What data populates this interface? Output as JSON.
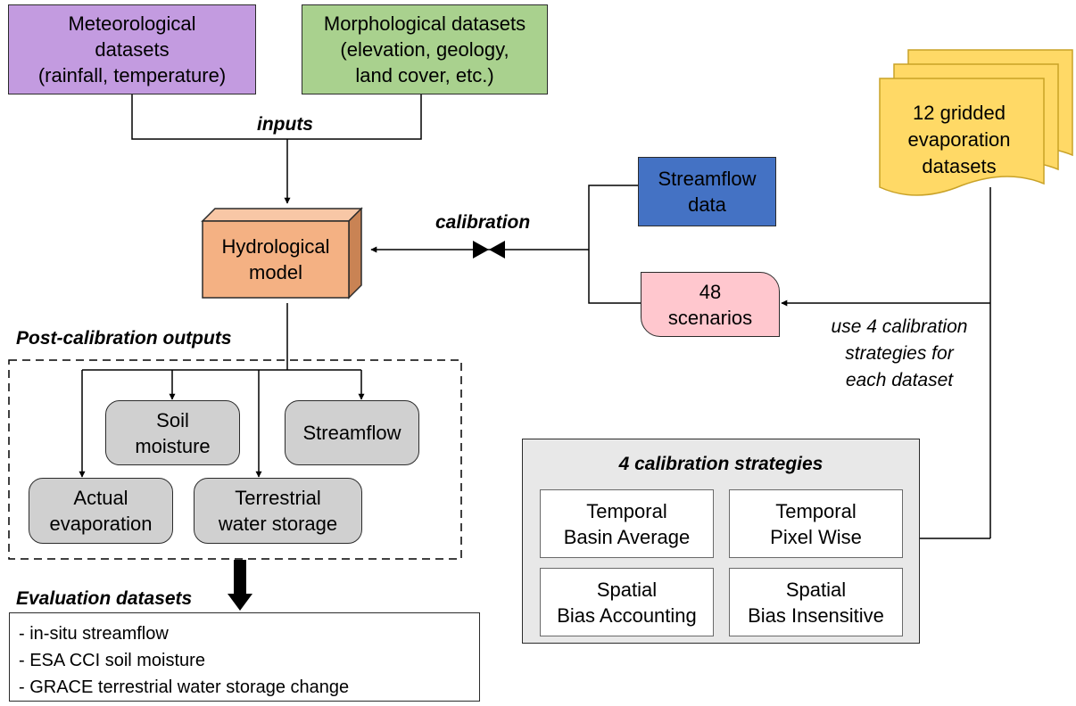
{
  "inputs": {
    "meteorological": [
      "Meteorological",
      "datasets",
      "(rainfall, temperature)"
    ],
    "morphological": [
      "Morphological datasets",
      "(elevation, geology,",
      "land cover, etc.)"
    ],
    "label": "inputs"
  },
  "model": [
    "Hydrological",
    "model"
  ],
  "calibration_label": "calibration",
  "streamflow_data": [
    "Streamflow",
    "data"
  ],
  "scenarios": [
    "48",
    "scenarios"
  ],
  "evaporation_datasets": [
    "12 gridded",
    "evaporation",
    "datasets"
  ],
  "strategy_note": [
    "use 4 calibration",
    "strategies for",
    "each dataset"
  ],
  "post_calibration": {
    "title": "Post-calibration outputs",
    "soil_moisture": [
      "Soil",
      "moisture"
    ],
    "streamflow": "Streamflow",
    "actual_evaporation": [
      "Actual",
      "evaporation"
    ],
    "water_storage": [
      "Terrestrial",
      "water storage"
    ]
  },
  "strategies": {
    "title": "4 calibration strategies",
    "temporal_basin": [
      "Temporal",
      "Basin Average"
    ],
    "temporal_pixel": [
      "Temporal",
      "Pixel Wise"
    ],
    "spatial_bias_accounting": [
      "Spatial",
      "Bias Accounting"
    ],
    "spatial_bias_insensitive": [
      "Spatial",
      "Bias Insensitive"
    ]
  },
  "evaluation": {
    "title": "Evaluation datasets",
    "items": [
      "- in-situ streamflow",
      "- ESA CCI soil moisture",
      "- GRACE terrestrial water storage change"
    ]
  }
}
